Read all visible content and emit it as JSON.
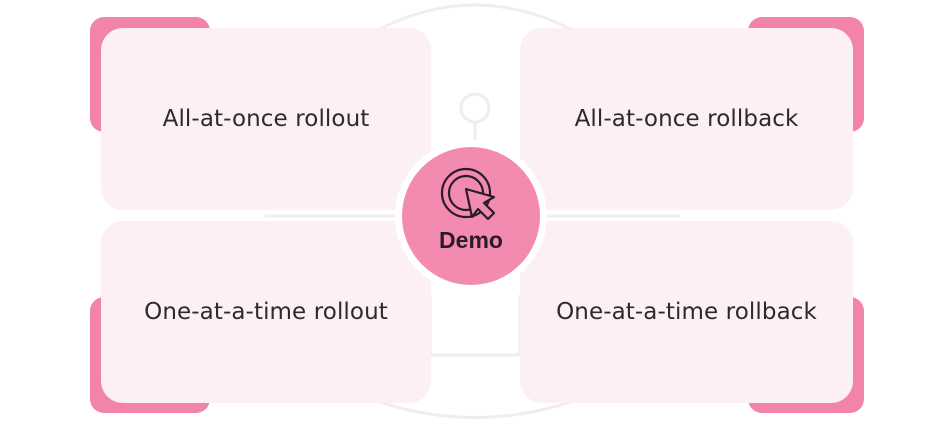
{
  "cards": {
    "top_left": "All-at-once rollout",
    "top_right": "All-at-once rollback",
    "bottom_left": "One-at-a-time rollout",
    "bottom_right": "One-at-a-time rollback"
  },
  "center": {
    "label": "Demo",
    "icon": "demo-cursor-icon"
  },
  "colors": {
    "accent": "#f283a9",
    "card": "#fdf0f5",
    "center": "#f38bb1",
    "text": "#2b2b2b"
  }
}
